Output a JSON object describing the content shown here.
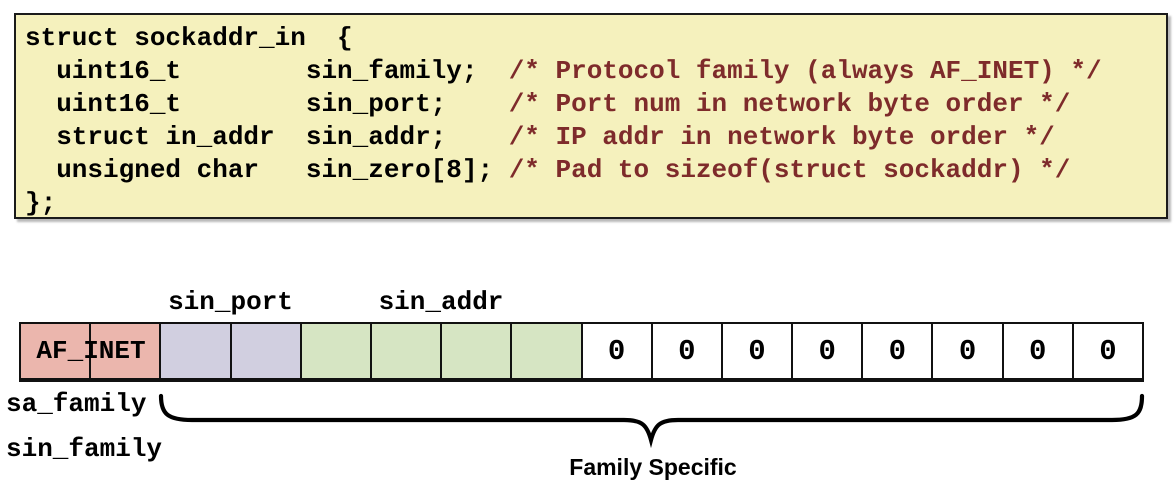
{
  "colors": {
    "code_box_bg": "#F5F1BD",
    "code_text": "#000000",
    "comment_text": "#7E2B2B",
    "cell_border": "#111111",
    "sa_family": "#EBB6AD",
    "sin_port": "#D1CFE0",
    "sin_addr": "#D6E5C3",
    "sin_zero": "#FFFFFF"
  },
  "code": {
    "lines": [
      {
        "code": "struct sockaddr_in  {",
        "comment": ""
      },
      {
        "code": "  uint16_t        sin_family;  ",
        "comment": "/* Protocol family (always AF_INET) */"
      },
      {
        "code": "  uint16_t        sin_port;    ",
        "comment": "/* Port num in network byte order */"
      },
      {
        "code": "  struct in_addr  sin_addr;    ",
        "comment": "/* IP addr in network byte order */"
      },
      {
        "code": "  unsigned char   sin_zero[8]; ",
        "comment": "/* Pad to sizeof(struct sockaddr) */"
      },
      {
        "code": "};",
        "comment": ""
      }
    ]
  },
  "diagram": {
    "af_inet_label": "AF_INET",
    "sin_port_label": "sin_port",
    "sin_addr_label": "sin_addr",
    "sa_family_label": "sa_family",
    "sin_family_label": "sin_family",
    "brace_label": "Family Specific",
    "cells": [
      {
        "group": "sa_family",
        "label": ""
      },
      {
        "group": "sa_family",
        "label": ""
      },
      {
        "group": "sin_port",
        "label": ""
      },
      {
        "group": "sin_port",
        "label": ""
      },
      {
        "group": "sin_addr",
        "label": ""
      },
      {
        "group": "sin_addr",
        "label": ""
      },
      {
        "group": "sin_addr",
        "label": ""
      },
      {
        "group": "sin_addr",
        "label": ""
      },
      {
        "group": "sin_zero",
        "label": "0"
      },
      {
        "group": "sin_zero",
        "label": "0"
      },
      {
        "group": "sin_zero",
        "label": "0"
      },
      {
        "group": "sin_zero",
        "label": "0"
      },
      {
        "group": "sin_zero",
        "label": "0"
      },
      {
        "group": "sin_zero",
        "label": "0"
      },
      {
        "group": "sin_zero",
        "label": "0"
      },
      {
        "group": "sin_zero",
        "label": "0"
      }
    ]
  }
}
